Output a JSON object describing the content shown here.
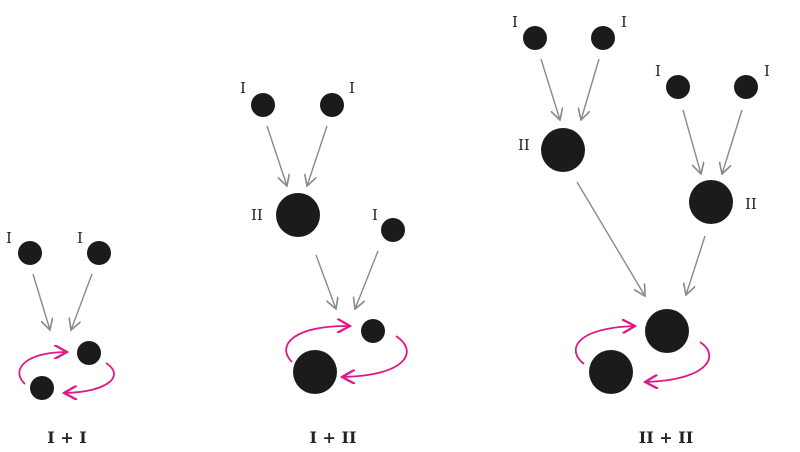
{
  "colors": {
    "star": "#1d1a1b",
    "arrow": "#8a8a8a",
    "orbit": "#e0198a"
  },
  "labels": {
    "one": "I",
    "two": "II"
  },
  "panels": [
    {
      "caption": "I + I"
    },
    {
      "caption": "I + II"
    },
    {
      "caption": "II + II"
    }
  ]
}
